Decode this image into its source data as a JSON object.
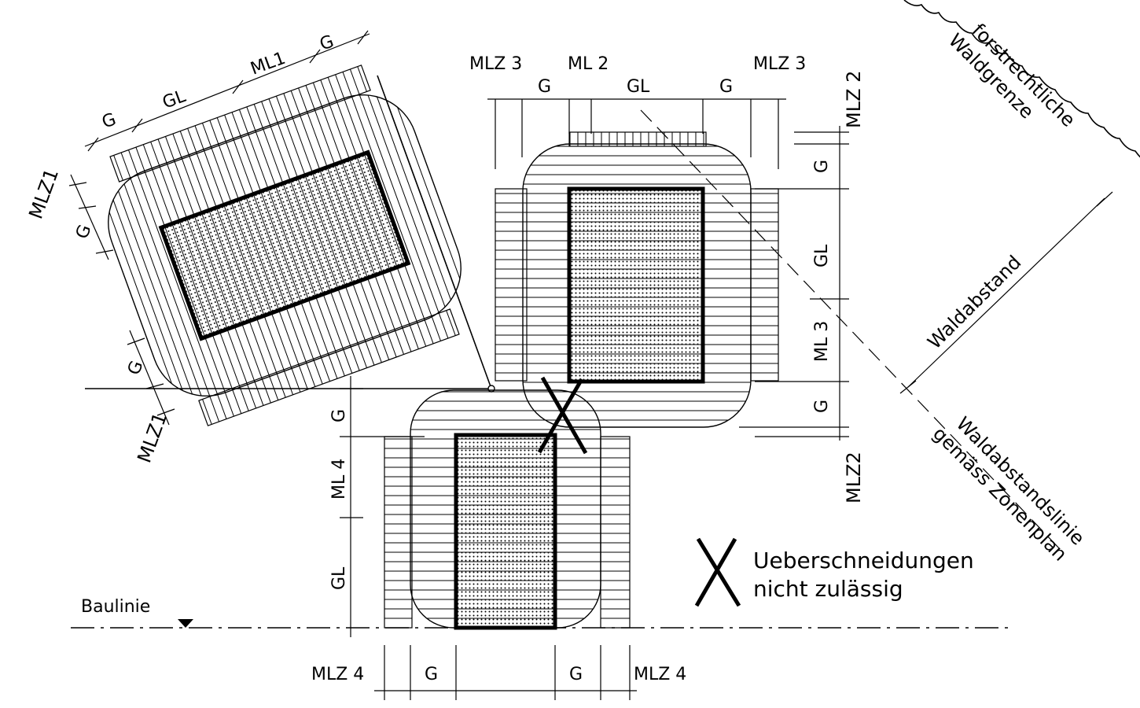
{
  "labels": {
    "mlz1": "MLZ1",
    "mlz2": "MLZ2",
    "mlz2_spaced": "MLZ 2",
    "mlz3": "MLZ 3",
    "mlz4": "MLZ 4",
    "ml1": "ML1",
    "ml2": "ML 2",
    "ml3": "ML 3",
    "ml4": "ML 4",
    "gl": "GL",
    "g": "G"
  },
  "annotations": {
    "baulinie": "Baulinie",
    "forest_boundary_line1": "forstrechtliche",
    "forest_boundary_line2": "Waldgrenze",
    "forest_distance": "Waldabstand",
    "forest_distance_line1": "Waldabstandslinie",
    "forest_distance_line2": "gemäss Zonenplan"
  },
  "legend": {
    "symbol": "X",
    "line1": "Ueberschneidungen",
    "line2": "nicht zulässig"
  }
}
